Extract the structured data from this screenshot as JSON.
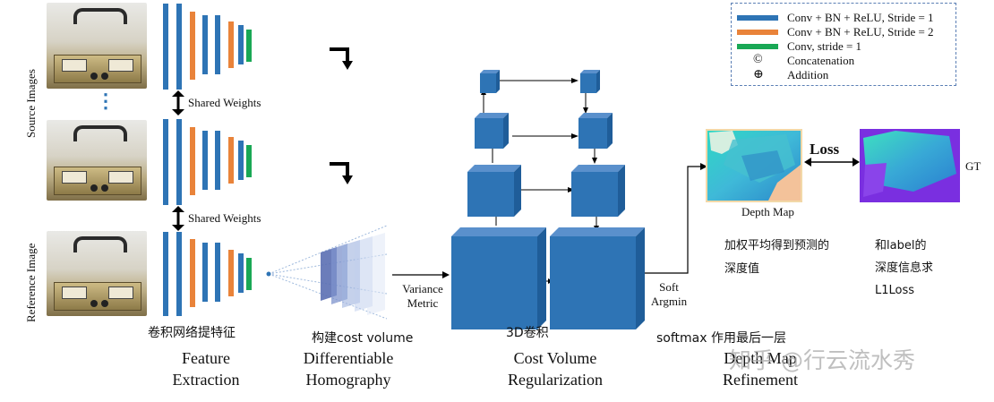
{
  "side_labels": {
    "source": "Source Images",
    "reference": "Reference Image"
  },
  "shared_weights": [
    "Shared Weights",
    "Shared Weights"
  ],
  "ellipsis": "⋮",
  "stages": {
    "feature": {
      "en": [
        "Feature",
        "Extraction"
      ],
      "cn": "卷积网络提特征"
    },
    "homography": {
      "en": [
        "Differentiable",
        "Homography"
      ],
      "cn": "构建cost volume"
    },
    "cost": {
      "en": [
        "Cost Volume",
        "Regularization"
      ],
      "cn": "3D卷积"
    },
    "depth": {
      "en": [
        "Depth Map",
        "Refinement"
      ],
      "cn": "softmax 作用最后一层"
    }
  },
  "variance_metric": [
    "Variance",
    "Metric"
  ],
  "soft_argmin": [
    "Soft",
    "Argmin"
  ],
  "depth_map_label": "Depth Map",
  "loss_label": "Loss",
  "gt_label": "GT",
  "note_left": [
    "加权平均得到预测的",
    "深度值"
  ],
  "note_right": [
    "和label的",
    "深度信息求",
    "L1Loss"
  ],
  "watermark": "知乎 @行云流水秀",
  "legend": [
    {
      "kind": "swatch",
      "color": "#2e74b5",
      "text": "Conv + BN + ReLU, Stride = 1"
    },
    {
      "kind": "swatch",
      "color": "#e9833a",
      "text": "Conv + BN + ReLU, Stride = 2"
    },
    {
      "kind": "swatch",
      "color": "#19a855",
      "text": "Conv, stride = 1"
    },
    {
      "kind": "symbol",
      "symbol": "©",
      "text": "Concatenation"
    },
    {
      "kind": "symbol",
      "symbol": "⊕",
      "text": "Addition"
    }
  ]
}
